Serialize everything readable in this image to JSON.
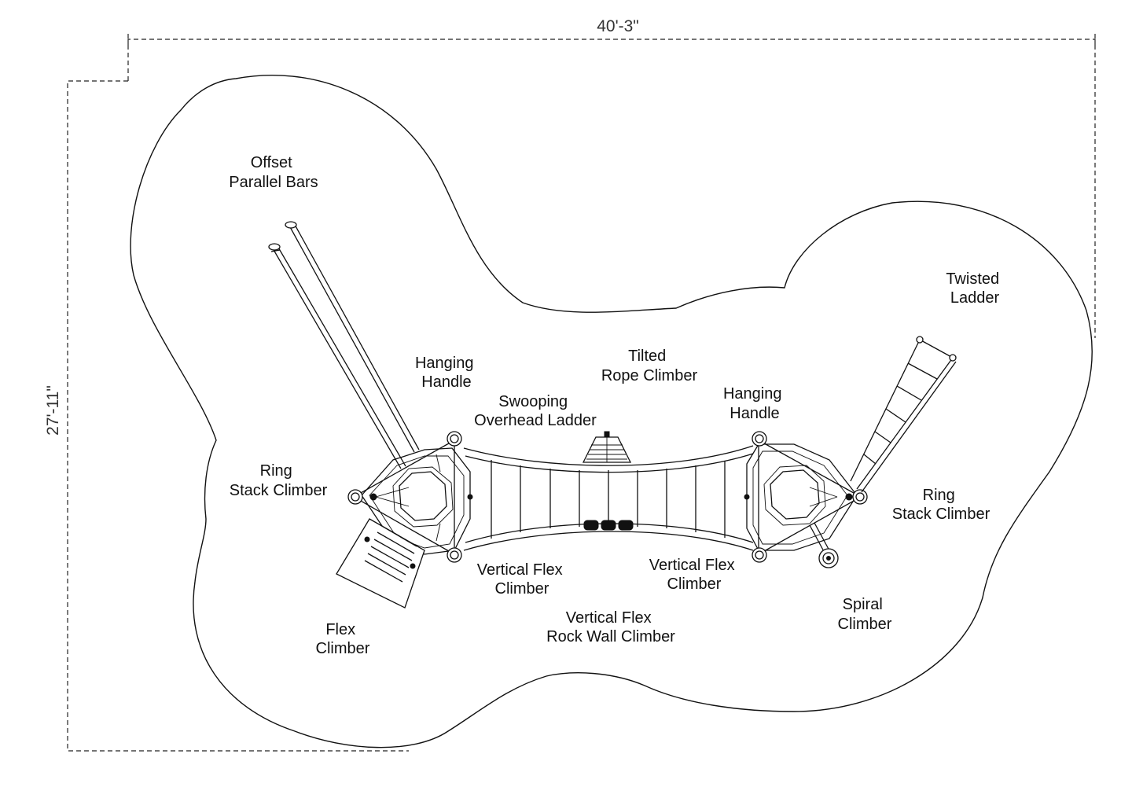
{
  "dimensions": {
    "width": "40'-3\"",
    "depth": "27'-11\""
  },
  "labels": {
    "offset_parallel_bars": [
      "Offset",
      "Parallel Bars"
    ],
    "twisted_ladder": [
      "Twisted",
      "Ladder"
    ],
    "tilted_rope_climber": [
      "Tilted",
      "Rope Climber"
    ],
    "hanging_handle_left": [
      "Hanging",
      "Handle"
    ],
    "hanging_handle_right": [
      "Hanging",
      "Handle"
    ],
    "swooping_overhead_ladder": [
      "Swooping",
      "Overhead Ladder"
    ],
    "ring_stack_climber_left": [
      "Ring",
      "Stack Climber"
    ],
    "ring_stack_climber_right": [
      "Ring",
      "Stack Climber"
    ],
    "vertical_flex_climber_left": [
      "Vertical Flex",
      "Climber"
    ],
    "vertical_flex_climber_right": [
      "Vertical Flex",
      "Climber"
    ],
    "vertical_flex_rock_wall_climber": [
      "Vertical Flex",
      "Rock Wall Climber"
    ],
    "flex_climber": [
      "Flex",
      "Climber"
    ],
    "spiral_climber": [
      "Spiral",
      "Climber"
    ]
  }
}
